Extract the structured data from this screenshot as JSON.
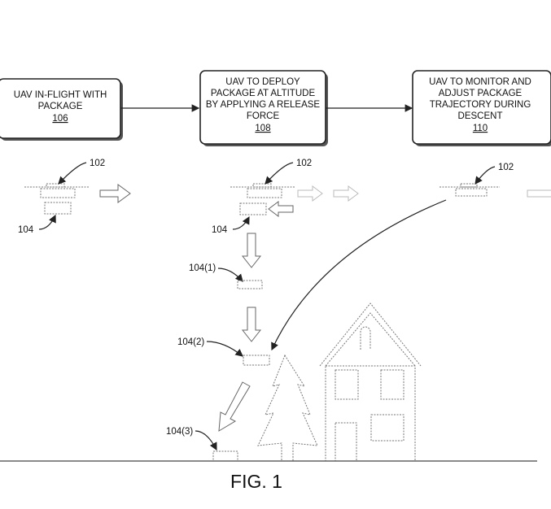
{
  "steps": [
    {
      "lines": [
        "UAV IN-FLIGHT WITH",
        "PACKAGE"
      ],
      "ref": "106"
    },
    {
      "lines": [
        "UAV TO DEPLOY",
        "PACKAGE AT ALTITUDE",
        "BY APPLYING A RELEASE",
        "FORCE"
      ],
      "ref": "108"
    },
    {
      "lines": [
        "UAV TO MONITOR AND",
        "ADJUST PACKAGE",
        "TRAJECTORY DURING",
        "DESCENT"
      ],
      "ref": "110"
    }
  ],
  "labels": {
    "uav": "102",
    "package": "104",
    "package_1": "104(1)",
    "package_2": "104(2)",
    "package_3": "104(3)"
  },
  "figure_caption": "FIG. 1"
}
